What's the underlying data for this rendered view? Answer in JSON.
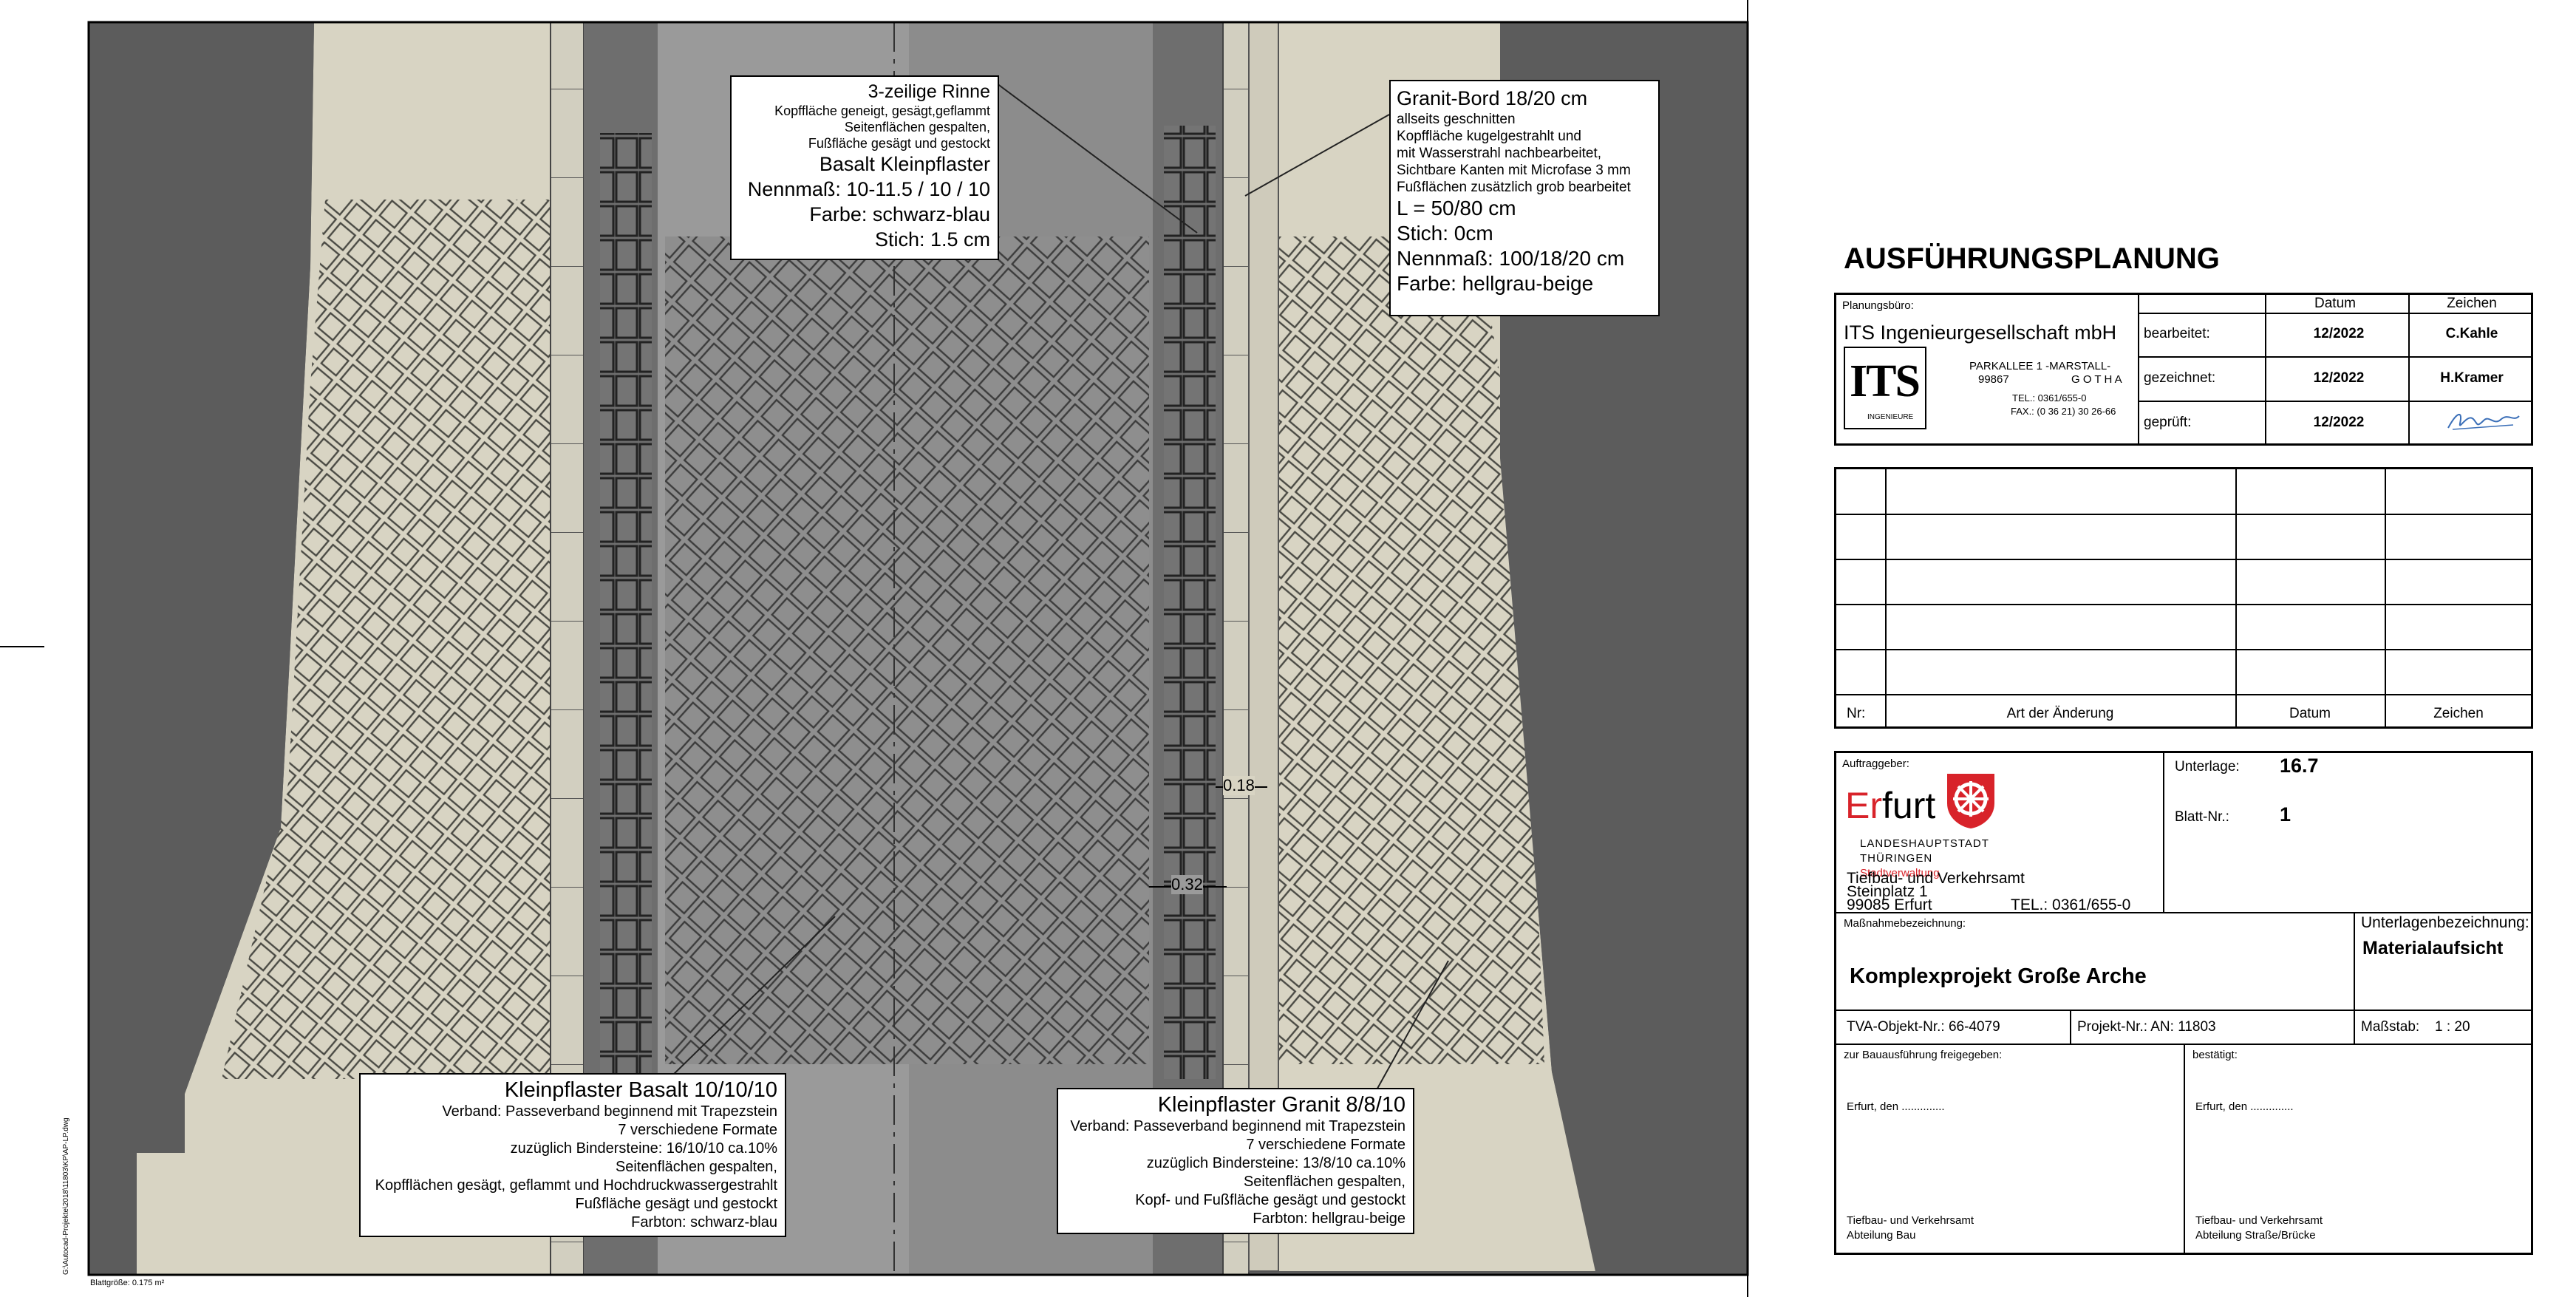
{
  "callouts": {
    "rinne": {
      "title": "3-zeilige Rinne",
      "lines": [
        "Kopffläche geneigt, gesägt,geflammt",
        "Seitenflächen gespalten,",
        "Fußfläche gesägt und gestockt"
      ],
      "material": "Basalt Kleinpflaster",
      "nennmass": "Nennmaß: 10-11.5 / 10 / 10",
      "farbe": "Farbe: schwarz-blau",
      "stich": "Stich: 1.5 cm"
    },
    "bord": {
      "title": "Granit-Bord 18/20 cm",
      "lines": [
        "allseits geschnitten",
        "Kopffläche kugelgestrahlt und",
        "mit Wasserstrahl nachbearbeitet,",
        "Sichtbare Kanten mit Microfase 3 mm",
        "Fußflächen zusätzlich grob bearbeitet"
      ],
      "laenge": "L = 50/80 cm",
      "stich": "Stich: 0cm",
      "nennmass": "Nennmaß: 100/18/20 cm",
      "farbe": "Farbe: hellgrau-beige"
    },
    "basalt": {
      "title": "Kleinpflaster Basalt 10/10/10",
      "lines": [
        "Verband: Passeverband beginnend mit Trapezstein",
        "7 verschiedene Formate",
        "zuzüglich Bindersteine: 16/10/10 ca.10%",
        "Seitenflächen gespalten,",
        "Kopfflächen gesägt, geflammt und Hochdruckwassergestrahlt",
        "Fußfläche gesägt und gestockt",
        "Farbton: schwarz-blau"
      ]
    },
    "granit": {
      "title": "Kleinpflaster Granit 8/8/10",
      "lines": [
        "Verband: Passeverband beginnend mit Trapezstein",
        "7 verschiedene Formate",
        "zuzüglich Bindersteine: 13/8/10 ca.10%",
        "Seitenflächen gespalten,",
        "Kopf- und Fußfläche gesägt und gestockt",
        "Farbton: hellgrau-beige"
      ]
    }
  },
  "dimensions": {
    "d1": "0.18",
    "d2": "0.32"
  },
  "margin": {
    "path": "G:\\Autocad-Projekte\\2018\\11803\\KP\\AP-LP.dwg",
    "blattgroesse": "Blattgröße: 0.175 m²"
  },
  "title_block": {
    "heading": "AUSFÜHRUNGSPLANUNG",
    "planungsbuero_label": "Planungsbüro:",
    "firm": "ITS Ingenieurgesellschaft mbH",
    "address1": "PARKALLEE 1 -MARSTALL-",
    "address2": "99867",
    "city": "G O T H A",
    "tel": "TEL.: 0361/655-0",
    "fax": "FAX.: (0 36 21) 30 26-66",
    "logo_text": "ITS",
    "logo_sub": "INGENIEURE",
    "col_datum": "Datum",
    "col_zeichen": "Zeichen",
    "rows": [
      {
        "label": "bearbeitet:",
        "datum": "12/2022",
        "zeichen": "C.Kahle"
      },
      {
        "label": "gezeichnet:",
        "datum": "12/2022",
        "zeichen": "H.Kramer"
      },
      {
        "label": "geprüft:",
        "datum": "12/2022",
        "zeichen": ""
      }
    ],
    "changes": {
      "nr": "Nr:",
      "art": "Art der Änderung",
      "datum": "Datum",
      "zeichen": "Zeichen"
    },
    "auftraggeber_label": "Auftraggeber:",
    "erfurt_er": "Er",
    "erfurt_furt": "furt",
    "erfurt_sub1": "LANDESHAUPTSTADT",
    "erfurt_sub2": "THÜRINGEN",
    "erfurt_sub3": "Stadtverwaltung",
    "amt": "Tiefbau- und Verkehrsamt",
    "street": "Steinplatz 1",
    "plz_city": "99085  Erfurt",
    "unterlage_label": "Unterlage:",
    "unterlage": "16.7",
    "blatt_label": "Blatt-Nr.:",
    "blatt": "1",
    "massnahme_label": "Maßnahmebezeichnung:",
    "massnahme": "Komplexprojekt Große Arche",
    "unterlagenbez_label": "Unterlagenbezeichnung:",
    "unterlagenbez": "Materialaufsicht",
    "tva": "TVA-Objekt-Nr.: 66-4079",
    "projekt": "Projekt-Nr.: AN: 11803",
    "massstab_label": "Maßstab:",
    "massstab": "1 : 20",
    "freigegeben_label": "zur Bauausführung freigegeben:",
    "bestaetigt_label": "bestätigt:",
    "erfurt_den_1": "Erfurt, den ..............",
    "erfurt_den_2": "Erfurt, den ..............",
    "sig1_line1": "Tiefbau- und Verkehrsamt",
    "sig1_line2": "Abteilung Bau",
    "sig2_line1": "Tiefbau- und Verkehrsamt",
    "sig2_line2": "Abteilung Straße/Brücke"
  },
  "colors": {
    "asphalt": "#5a5a5a",
    "road": "#9a9a9a",
    "sidewalk": "#d8d4c3",
    "basalt_band": "#6e6e6e",
    "red": "#d8232a"
  }
}
